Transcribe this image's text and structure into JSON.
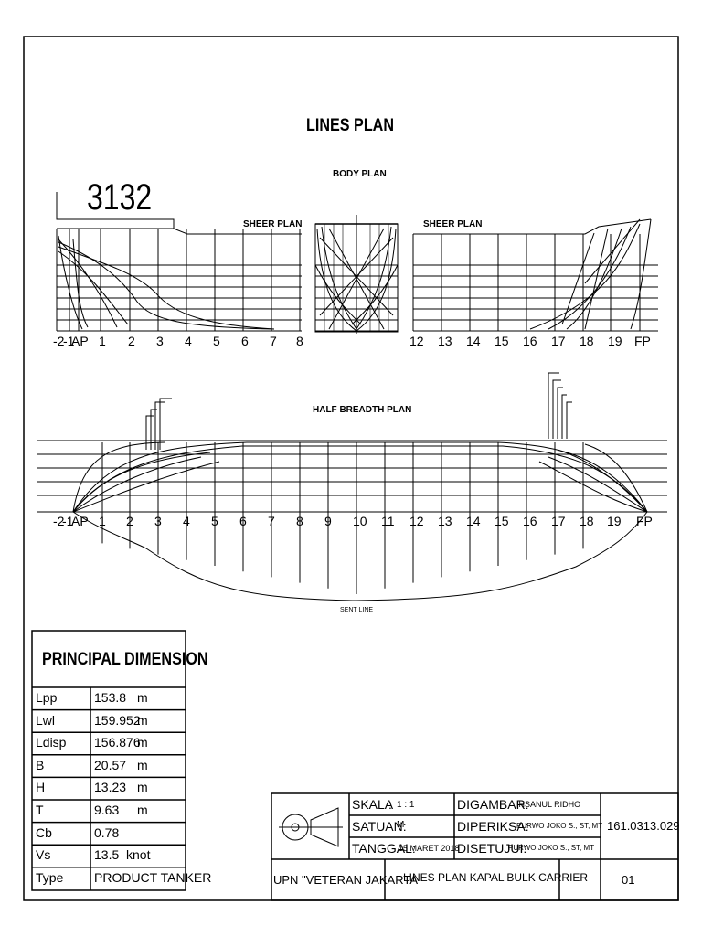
{
  "title": "LINES PLAN",
  "body_plan_label": "BODY PLAN",
  "sheer_plan_label_left": "SHEER PLAN",
  "sheer_plan_label_right": "SHEER PLAN",
  "half_breadth_label": "HALF BREADTH PLAN",
  "sent_line_label": "SENT LINE",
  "big_number": "3132",
  "sheer_stations_left": [
    "-2",
    "-1",
    "AP",
    "1",
    "2",
    "3",
    "4",
    "5",
    "6",
    "7",
    "8"
  ],
  "sheer_stations_right": [
    "12",
    "13",
    "14",
    "15",
    "16",
    "17",
    "18",
    "19",
    "FP"
  ],
  "half_breadth_stations": [
    "-2",
    "-1",
    "AP",
    "1",
    "2",
    "3",
    "4",
    "5",
    "6",
    "7",
    "8",
    "9",
    "10",
    "11",
    "12",
    "13",
    "14",
    "15",
    "16",
    "17",
    "18",
    "19",
    "FP"
  ],
  "principal": {
    "heading": "PRINCIPAL DIMENSION",
    "rows": [
      {
        "label": "Lpp",
        "value": "153.8",
        "unit": "m"
      },
      {
        "label": "Lwl",
        "value": "159.952",
        "unit": "m"
      },
      {
        "label": "Ldisp",
        "value": "156.876",
        "unit": "m"
      },
      {
        "label": "B",
        "value": "20.57",
        "unit": "m"
      },
      {
        "label": "H",
        "value": "13.23",
        "unit": "m"
      },
      {
        "label": "T",
        "value": "9.63",
        "unit": "m"
      },
      {
        "label": "Cb",
        "value": "0.78",
        "unit": ""
      },
      {
        "label": "Vs",
        "value": "13.5",
        "unit": "knot"
      },
      {
        "label": "Type",
        "value": "PRODUCT TANKER",
        "unit": ""
      }
    ]
  },
  "title_block": {
    "skala_label": "SKALA",
    "skala_colon": ":",
    "skala_value": "1 : 1",
    "satuan_label": "SATUAN:",
    "satuan_value": "M",
    "tanggal_label": "TANGGAL:",
    "tanggal_value": "15 MARET 2018",
    "digambar_label": "DIGAMBAR:",
    "digambar_value": "IHSANUL RIDHO",
    "diperiksa_label": "DIPERIKSA:",
    "diperiksa_value": "PURWO JOKO S., ST, MT",
    "disetujui_label": "DISETUJUI:",
    "disetujui_value": "PURWO JOKO S., ST, MT",
    "drawing_number": "161.0313.029",
    "institution": "UPN \"VETERAN JAKARTA",
    "drawing_title": "LINES PLAN KAPAL BULK CARRIER",
    "sheet": "01"
  }
}
